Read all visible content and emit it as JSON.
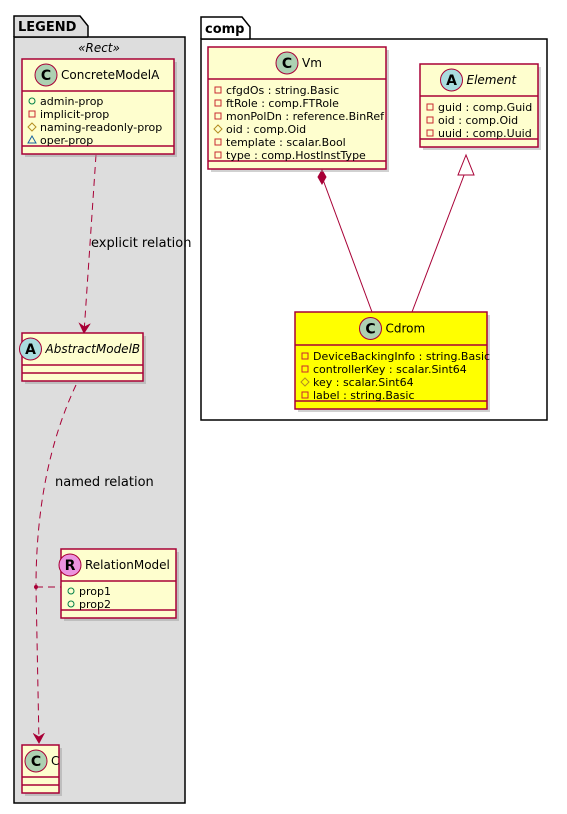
{
  "packages": {
    "legend": {
      "title": "LEGEND",
      "stereotype": "«Rect»"
    },
    "comp": {
      "title": "comp"
    }
  },
  "classes": {
    "concrete_model_a": {
      "name": "ConcreteModelA",
      "kind": "C",
      "attributes": [
        {
          "vis": "+",
          "text": "admin-prop"
        },
        {
          "vis": "-",
          "text": "implicit-prop"
        },
        {
          "vis": "#",
          "text": "naming-readonly-prop"
        },
        {
          "vis": "~",
          "text": "oper-prop"
        }
      ]
    },
    "abstract_model_b": {
      "name": "AbstractModelB",
      "kind": "A",
      "attributes": []
    },
    "relation_model": {
      "name": "RelationModel",
      "kind": "R",
      "attributes": [
        {
          "vis": "+",
          "text": "prop1"
        },
        {
          "vis": "+",
          "text": "prop2"
        }
      ]
    },
    "c": {
      "name": "C",
      "kind": "C",
      "attributes": []
    },
    "vm": {
      "name": "Vm",
      "kind": "C",
      "attributes": [
        {
          "vis": "-",
          "text": "cfgdOs : string.Basic"
        },
        {
          "vis": "-",
          "text": "ftRole : comp.FTRole"
        },
        {
          "vis": "-",
          "text": "monPolDn : reference.BinRef"
        },
        {
          "vis": "#",
          "text": "oid : comp.Oid"
        },
        {
          "vis": "-",
          "text": "template : scalar.Bool"
        },
        {
          "vis": "-",
          "text": "type : comp.HostInstType"
        }
      ]
    },
    "element": {
      "name": "Element",
      "kind": "A",
      "attributes": [
        {
          "vis": "-",
          "text": "guid : comp.Guid"
        },
        {
          "vis": "-",
          "text": "oid : comp.Oid"
        },
        {
          "vis": "-",
          "text": "uuid : comp.Uuid"
        }
      ]
    },
    "cdrom": {
      "name": "Cdrom",
      "kind": "C",
      "attributes": [
        {
          "vis": "-",
          "text": "DeviceBackingInfo : string.Basic"
        },
        {
          "vis": "-",
          "text": "controllerKey : scalar.Sint64"
        },
        {
          "vis": "#",
          "text": "key : scalar.Sint64"
        },
        {
          "vis": "-",
          "text": "label : string.Basic"
        }
      ]
    }
  },
  "relations": {
    "explicit": "explicit relation",
    "named": "named relation"
  },
  "colors": {
    "class_fill": "#FEFECE",
    "class_border": "#A80036",
    "highlight_fill": "#FFFF00",
    "package_legend_fill": "#DDDDDD",
    "package_fill": "#FFFFFF",
    "badge_class": "#ADD1B2",
    "badge_abstract": "#A9DCDF",
    "badge_relation": "#EB93DF",
    "private": "#C82930",
    "public": "#038048",
    "protected": "#B38D22",
    "package_private": "#1963A0"
  }
}
